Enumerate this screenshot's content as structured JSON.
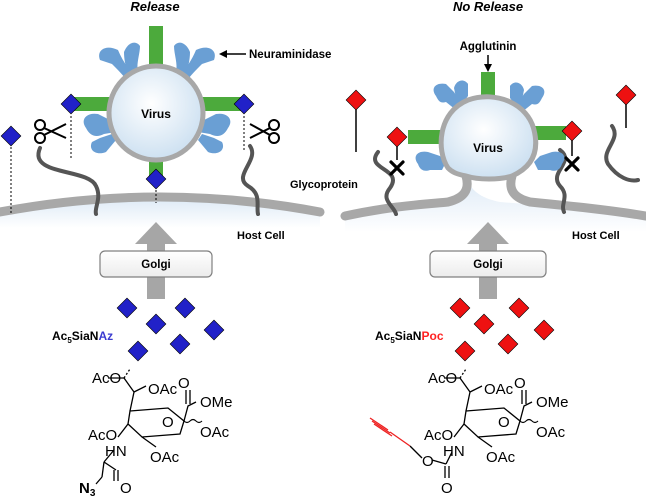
{
  "panels": {
    "left": {
      "title": "Release",
      "virus": "Virus",
      "neuraminidase": "Neuraminidase",
      "glycoprotein": "Glycoprotein",
      "host_cell": "Host Cell",
      "golgi": "Golgi",
      "compound_prefix": "Ac",
      "compound_sub": "5",
      "compound_mid": "SiaN",
      "compound_suffix": "Az",
      "sugar_color": "#2121c8",
      "suffix_color": "#3a3ad0"
    },
    "right": {
      "title": "No Release",
      "virus": "Virus",
      "agglutinin": "Agglutinin",
      "host_cell": "Host Cell",
      "golgi": "Golgi",
      "compound_prefix": "Ac",
      "compound_sub": "5",
      "compound_mid": "SiaN",
      "compound_suffix": "Poc",
      "sugar_color": "#ee1111",
      "suffix_color": "#ff2222"
    }
  },
  "structures": {
    "left": {
      "aco_top": "AcO",
      "oac_a": "OAc",
      "ome": "OMe",
      "carbonyl_o": "O",
      "aco_mid": "AcO",
      "ring_o": "O",
      "oac_b": "OAc",
      "hn": "HN",
      "oac_c": "OAc",
      "amide_o": "O",
      "azide_n": "N",
      "azide_sub": "3"
    },
    "right": {
      "aco_top": "AcO",
      "oac_a": "OAc",
      "ome": "OMe",
      "carbonyl_o": "O",
      "aco_mid": "AcO",
      "ring_o": "O",
      "oac_b": "OAc",
      "hn": "HN",
      "oac_c": "OAc",
      "carbamate_o": "O",
      "carbamate_o2": "O"
    }
  },
  "colors": {
    "host_membrane": "#a8a8a8",
    "virus_fill": "#d9ebf7",
    "spike_green": "#4caa3c",
    "neuraminidase_blue": "#6a9fd4",
    "arrow_gray": "#a6a6a6",
    "alkyne_red": "#ee2222"
  }
}
